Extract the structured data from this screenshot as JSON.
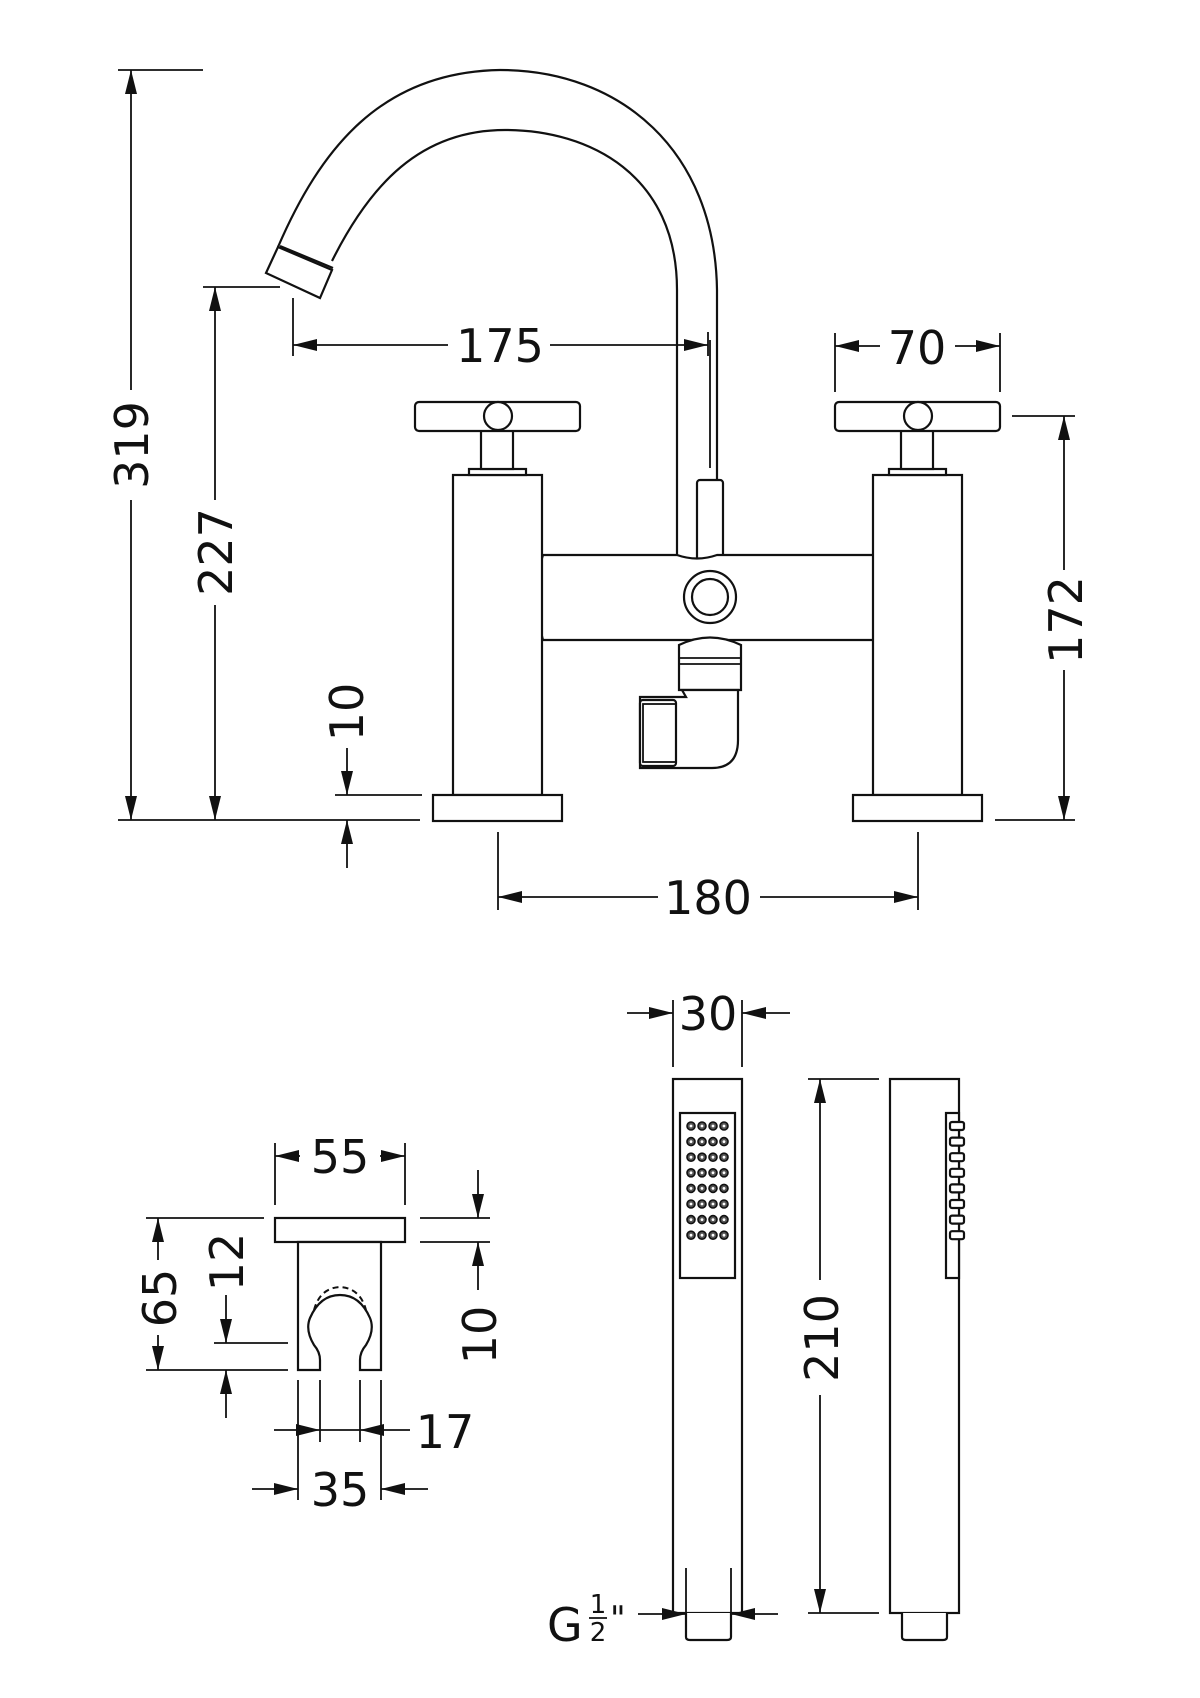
{
  "drawing": {
    "title": "Bath shower mixer technical drawing",
    "units": "mm",
    "line_color": "#111111",
    "background": "#ffffff"
  },
  "mixer": {
    "dims": {
      "overall_height": "319",
      "spout_outlet_height": "227",
      "spout_reach": "175",
      "handle_width": "70",
      "handle_height": "172",
      "base_thickness": "10",
      "centres": "180"
    }
  },
  "wall_bracket": {
    "dims": {
      "width": "55",
      "height": "65",
      "plate_thickness": "10",
      "slot_offset": "12",
      "slot_opening": "17",
      "body_width": "35"
    }
  },
  "handset": {
    "dims": {
      "width": "30",
      "length": "210",
      "thread_prefix": "G",
      "thread_num": "1",
      "thread_den": "2",
      "thread_unit": "\""
    },
    "nozzle_rows": 8,
    "nozzle_cols": 4
  }
}
